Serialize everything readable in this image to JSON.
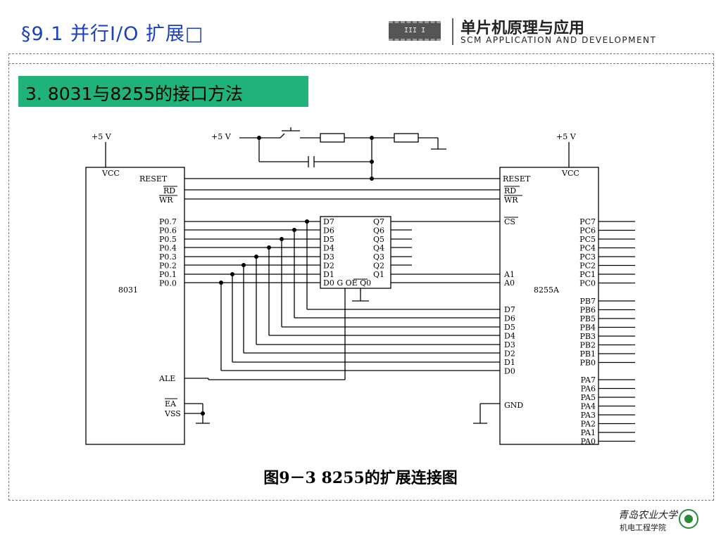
{
  "header": {
    "title": "§9.1  并行I/O 扩展□",
    "brand_cn": "单片机原理与应用",
    "brand_en": "SCM APPLICATION AND DEVELOPMENT",
    "chip_label": "III I"
  },
  "section": {
    "title": "3. 8031与8255的接口方法"
  },
  "diagram": {
    "vcc_left": "+5 V",
    "vcc_mid": "+5 V",
    "vcc_right": "+5 V",
    "chip_8031": {
      "name": "8031",
      "vcc": "VCC",
      "reset": "RESET",
      "rd": "RD",
      "wr": "WR",
      "ports": [
        "P0.7",
        "P0.6",
        "P0.5",
        "P0.4",
        "P0.3",
        "P0.2",
        "P0.1",
        "P0.0"
      ],
      "ale": "ALE",
      "ea": "EA",
      "vss": "VSS"
    },
    "latch": {
      "d_pins": [
        "D7",
        "D6",
        "D5",
        "D4",
        "D3",
        "D2",
        "D1"
      ],
      "q_pins": [
        "Q7",
        "Q6",
        "Q5",
        "Q4",
        "Q3",
        "Q2",
        "Q1"
      ],
      "bottom_row": "D0 G OE Q0"
    },
    "chip_8255": {
      "name": "8255A",
      "vcc": "VCC",
      "reset": "RESET",
      "rd": "RD",
      "wr": "WR",
      "cs": "CS",
      "a1": "A1",
      "a0": "A0",
      "data": [
        "D7",
        "D6",
        "D5",
        "D4",
        "D3",
        "D2",
        "D1",
        "D0"
      ],
      "gnd": "GND",
      "pc": [
        "PC7",
        "PC6",
        "PC5",
        "PC4",
        "PC3",
        "PC2",
        "PC1",
        "PC0"
      ],
      "pb": [
        "PB7",
        "PB6",
        "PB5",
        "PB4",
        "PB3",
        "PB2",
        "PB1",
        "PB0"
      ],
      "pa": [
        "PA7",
        "PA6",
        "PA5",
        "PA4",
        "PA3",
        "PA2",
        "PA1",
        "PA0"
      ]
    },
    "caption": "图9－3 8255的扩展连接图"
  },
  "footer": {
    "school": "青岛农业大学",
    "college": "机电工程学院"
  }
}
